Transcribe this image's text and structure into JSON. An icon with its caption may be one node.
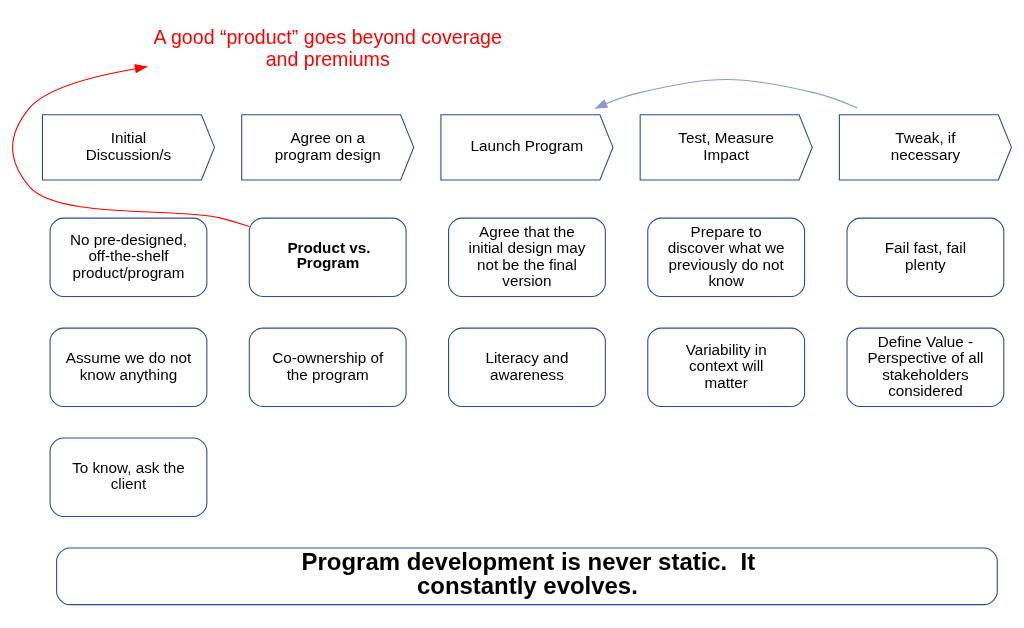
{
  "diagram": {
    "nodes": [
      {
        "text": [
          "A good “product” goes beyond coverage and premiums"
        ]
      },
      {
        "text": [
          "Initial Discussion/s"
        ]
      },
      {
        "text": [
          "Agree on a program design"
        ]
      },
      {
        "text": [
          "Launch Program"
        ]
      },
      {
        "text": [
          "Test, Measure Impact"
        ]
      },
      {
        "text": [
          "Tweak, if necessary"
        ]
      },
      {
        "text": [
          "No pre-designed, off-the-shelf product/program"
        ]
      },
      {
        "text": [
          "Product vs. Program"
        ]
      },
      {
        "text": [
          "Agree that the initial design may not be the final version"
        ]
      },
      {
        "text": [
          "Prepare to discover what we previously do not know"
        ]
      },
      {
        "text": [
          "Fail fast, fail plenty"
        ]
      },
      {
        "text": [
          "Assume we do not know anything"
        ]
      },
      {
        "text": [
          "Co-ownership of the program"
        ]
      },
      {
        "text": [
          "Literacy and awareness"
        ]
      },
      {
        "text": [
          "Variability in context will matter"
        ]
      },
      {
        "text": [
          "Define Value - Perspective of all stakeholders considered"
        ]
      },
      {
        "text": [
          "To know, ask the client"
        ]
      },
      {
        "text": [
          "Program development is never static.  It constantly evolves."
        ]
      }
    ],
    "edges": [
      {
        "from": 7,
        "to": 0,
        "arrow": "to",
        "color": "#ff0000"
      },
      {
        "from": 5,
        "to": 3,
        "arrow": "to",
        "color": "#8a9cc4"
      }
    ]
  }
}
